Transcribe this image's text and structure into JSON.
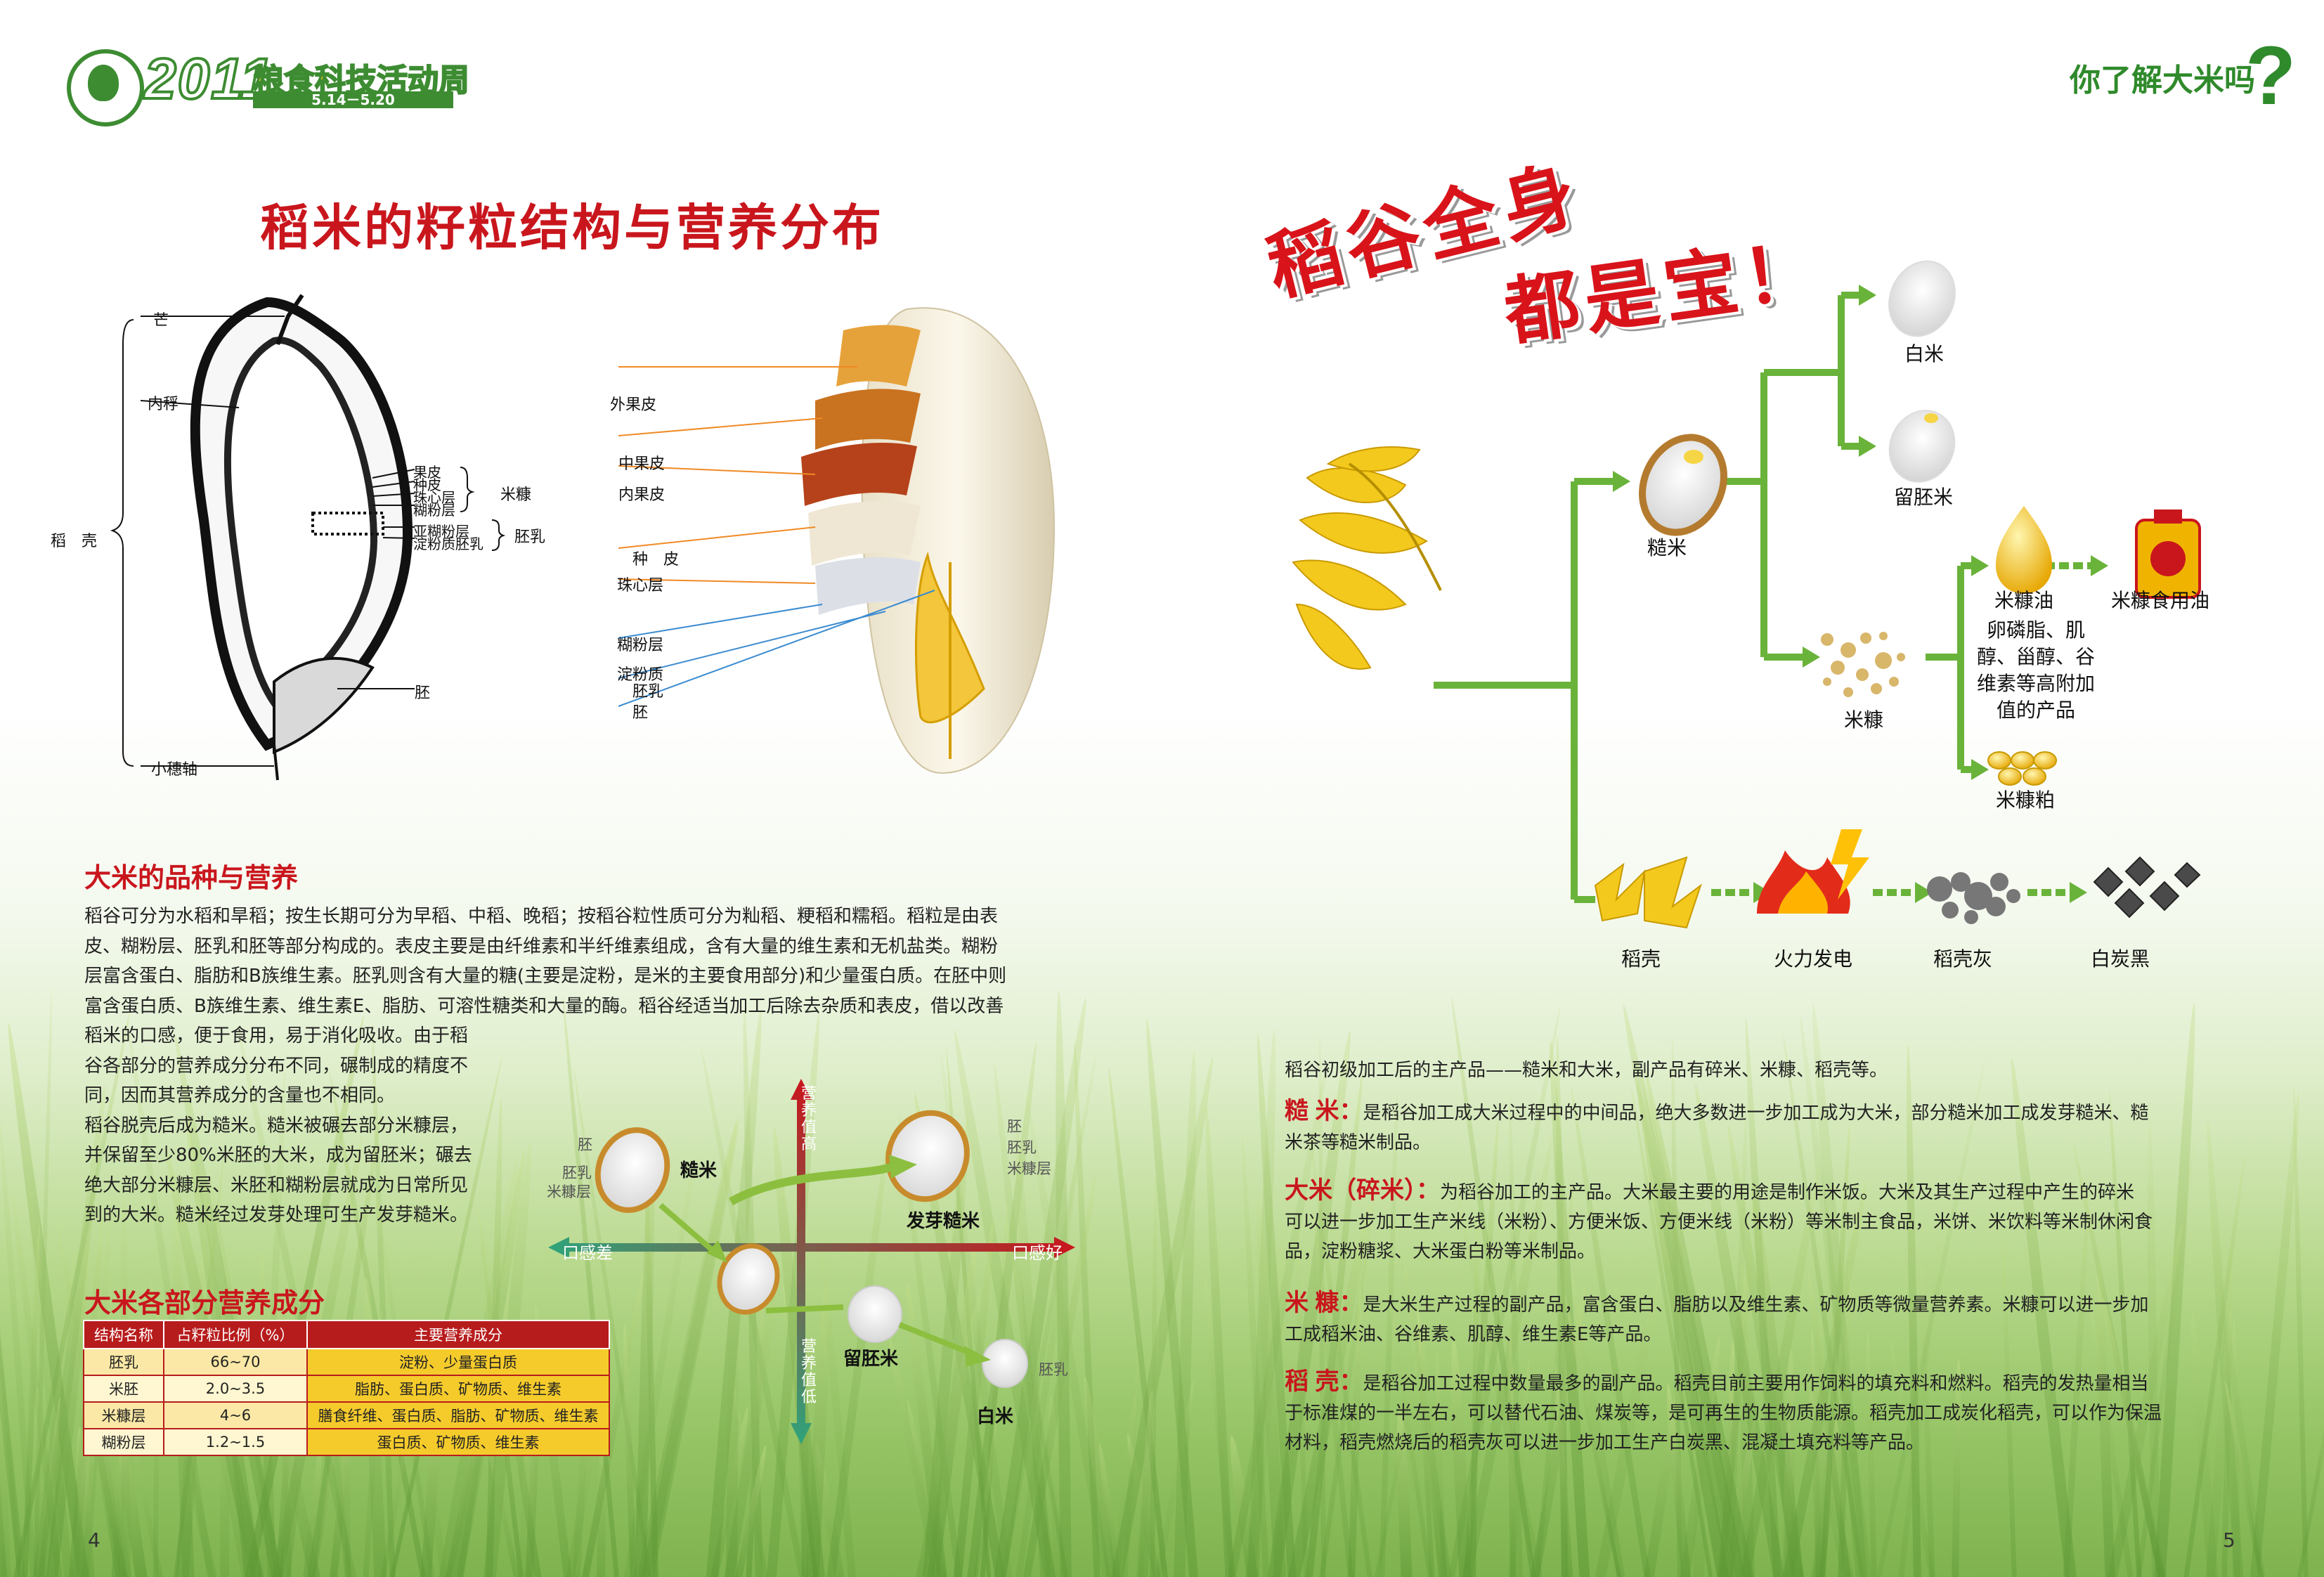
{
  "header": {
    "year": "2011",
    "event": "粮食科技活动周",
    "dates": "5.14－5.20",
    "right_title": "你了解大米吗",
    "qmark": "?"
  },
  "left": {
    "title": "稻米的籽粒结构与营养分布",
    "grain_labels": {
      "awn": "芒",
      "palea": "内稃",
      "husk": "稻　壳",
      "pericarp": "果皮",
      "testa": "种皮",
      "nucellus": "珠心层",
      "aleurone": "糊粉层",
      "sub_aleurone": "亚糊粉层",
      "starchy": "淀粉质胚乳",
      "bran_group": "米糠",
      "endosperm_group": "胚乳",
      "embryo": "胚",
      "rachilla": "小穗轴"
    },
    "layer_labels": {
      "outer": "外果皮",
      "middle": "中果皮",
      "inner": "内果皮",
      "seedcoat": "种　皮",
      "nucellus": "珠心层",
      "aleurone": "糊粉层",
      "starch1": "淀粉质",
      "starch2": "胚乳",
      "embryo": "胚"
    },
    "section1_title": "大米的品种与营养",
    "para_full": [
      "稻谷可分为水稻和旱稻；按生长期可分为早稻、中稻、晚稻；按稻谷粒性质可分为籼稻、粳稻和糯稻。稻粒是由表",
      "皮、糊粉层、胚乳和胚等部分构成的。表皮主要是由纤维素和半纤维素组成，含有大量的维生素和无机盐类。糊粉",
      "层富含蛋白、脂肪和B族维生素。胚乳则含有大量的糖(主要是淀粉，是米的主要食用部分)和少量蛋白质。在胚中则",
      "富含蛋白质、B族维生素、维生素E、脂肪、可溶性糖类和大量的酶。稻谷经适当加工后除去杂质和表皮，借以改善"
    ],
    "para_narrow": [
      "稻米的口感，便于食用，易于消化吸收。由于稻",
      "谷各部分的营养成分分布不同，碾制成的精度不",
      "同，因而其营养成分的含量也不相同。",
      "稻谷脱壳后成为糙米。糙米被碾去部分米糠层，",
      "并保留至少80%米胚的大米，成为留胚米；碾去",
      "绝大部分米糠层、米胚和糊粉层就成为日常所见",
      "到的大米。糙米经过发芽处理可生产发芽糙米。"
    ],
    "quad": {
      "up": "营养值高",
      "down": "营养值低",
      "left": "口感差",
      "right": "口感好",
      "brown": "糙米",
      "germ_sprout": "发芽糙米",
      "germ_rice": "留胚米",
      "white": "白米",
      "embryo": "胚",
      "endosperm": "胚乳",
      "bran": "米糠层"
    },
    "section2_title": "大米各部分营养成分",
    "table": {
      "headers": [
        "结构名称",
        "占籽粒比例（%）",
        "主要营养成分"
      ],
      "rows": [
        [
          "胚乳",
          "66~70",
          "淀粉、少量蛋白质"
        ],
        [
          "米胚",
          "2.0~3.5",
          "脂肪、蛋白质、矿物质、维生素"
        ],
        [
          "米糠层",
          "4~6",
          "膳食纤维、蛋白质、脂肪、矿物质、维生素"
        ],
        [
          "糊粉层",
          "1.2~1.5",
          "蛋白质、矿物质、维生素"
        ]
      ]
    },
    "page": "4"
  },
  "right": {
    "slogan1": "稻谷全身",
    "slogan2": "都是宝！",
    "tree": {
      "white_rice": "白米",
      "germ_rice": "留胚米",
      "brown_rice": "糙米",
      "bran_oil": "米糠油",
      "edible_oil": "米糠食用油",
      "byproducts": [
        "卵磷脂、肌",
        "醇、甾醇、谷",
        "维素等高附加",
        "值的产品"
      ],
      "bran": "米糠",
      "bran_meal": "米糠粕",
      "husk": "稻壳",
      "power": "火力发电",
      "ash": "稻壳灰",
      "carbon": "白炭黑"
    },
    "intro": "稻谷初级加工后的主产品——糙米和大米，副产品有碎米、米糠、稻壳等。",
    "items": [
      {
        "kw": "糙 米：",
        "lines": [
          "是稻谷加工成大米过程中的中间品，绝大多数进一步加工成为大米，部分糙米加工成发芽糙米、糙",
          "米茶等糙米制品。"
        ]
      },
      {
        "kw": "大米（碎米）：",
        "lines": [
          "为稻谷加工的主产品。大米最主要的用途是制作米饭。大米及其生产过程中产生的碎米",
          "可以进一步加工生产米线（米粉）、方便米饭、方便米线（米粉）等米制主食品，米饼、米饮料等米制休闲食",
          "品，淀粉糖浆、大米蛋白粉等米制品。"
        ]
      },
      {
        "kw": "米 糠：",
        "lines": [
          "是大米生产过程的副产品，富含蛋白、脂肪以及维生素、矿物质等微量营养素。米糠可以进一步加",
          "工成稻米油、谷维素、肌醇、维生素E等产品。"
        ]
      },
      {
        "kw": "稻 壳：",
        "lines": [
          "是稻谷加工过程中数量最多的副产品。稻壳目前主要用作饲料的填充料和燃料。稻壳的发热量相当",
          "于标准煤的一半左右，可以替代石油、煤炭等，是可再生的生物质能源。稻壳加工成炭化稻壳，可以作为保温",
          "材料，稻壳燃烧后的稻壳灰可以进一步加工生产白炭黑、混凝土填充料等产品。"
        ]
      }
    ],
    "page": "5"
  }
}
